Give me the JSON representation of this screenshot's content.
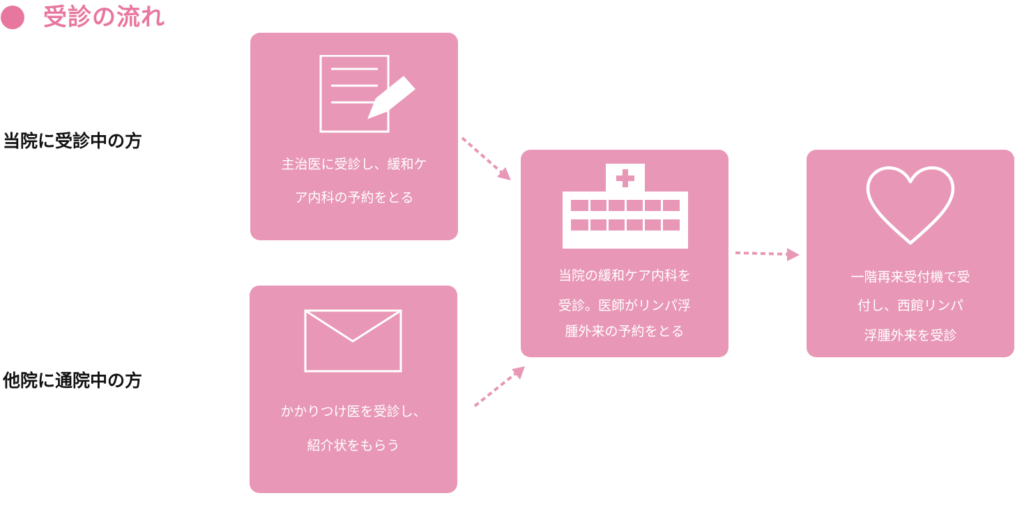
{
  "title": "受診の流れ",
  "rows": {
    "current_patient": "当院に受診中の方",
    "other_hospital": "他院に通院中の方"
  },
  "steps": {
    "primary": {
      "line1": "主治医に受診し、緩和ケ",
      "line2": "ア内科の予約をとる",
      "icon": "document-pen-icon"
    },
    "referral": {
      "line1": "かかりつけ医を受診し、",
      "line2": "紹介状をもらう",
      "icon": "envelope-icon"
    },
    "palliative": {
      "line1": "当院の緩和ケア内科を",
      "line2": "受診。医師がリンパ浮",
      "line3": "腫外来の予約をとる",
      "icon": "hospital-icon"
    },
    "reception": {
      "line1": "一階再来受付機で受",
      "line2": "付し、西館リンパ",
      "line3": "浮腫外来を受診",
      "icon": "heart-icon"
    }
  },
  "colors": {
    "accent": "#e8779f",
    "box": "#e897b6",
    "text_on_box": "#ffffff"
  }
}
